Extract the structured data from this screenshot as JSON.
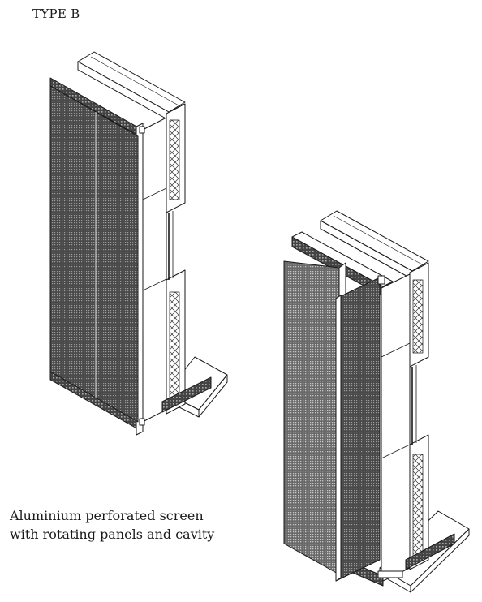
{
  "heading": "TYPE B",
  "caption": {
    "line1": "Aluminium perforated screen",
    "line2": "with rotating panels and cavity"
  },
  "colors": {
    "ink": "#1a1a1a",
    "screen": "#555555",
    "paper": "#ffffff"
  }
}
